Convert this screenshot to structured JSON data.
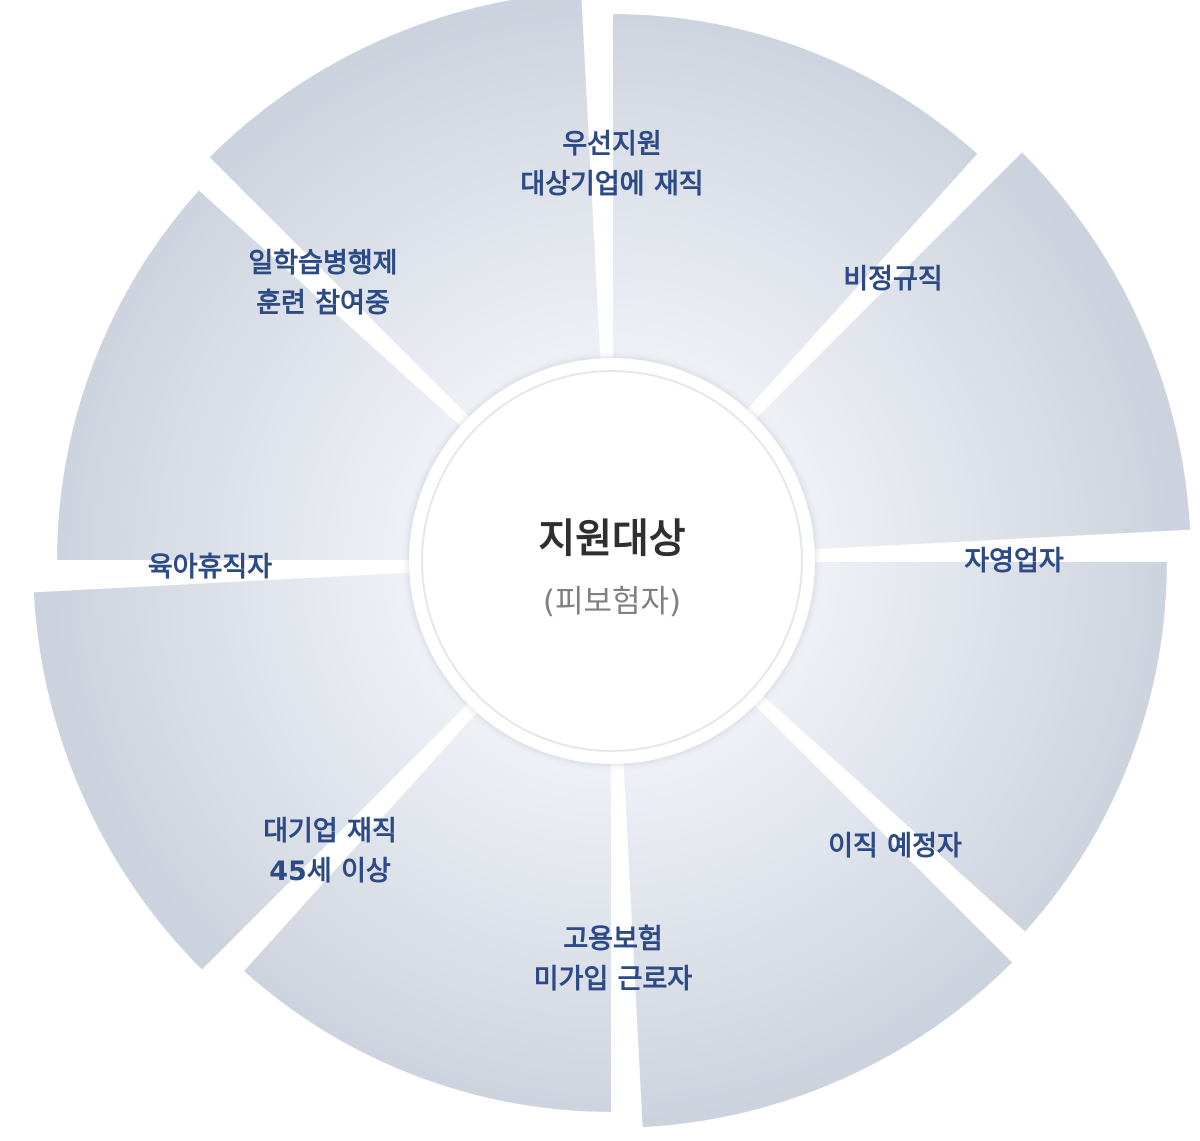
{
  "center": {
    "title": "지원대상",
    "subtitle": "(피보험자)"
  },
  "categories": [
    {
      "id": "priority-sme",
      "lines": [
        "우선지원",
        "대상기업에 재직"
      ]
    },
    {
      "id": "non-regular",
      "lines": [
        "비정규직"
      ]
    },
    {
      "id": "self-employed",
      "lines": [
        "자영업자"
      ]
    },
    {
      "id": "pre-job-change",
      "lines": [
        "이직 예정자"
      ]
    },
    {
      "id": "uninsured-worker",
      "lines": [
        "고용보험",
        "미가입 근로자"
      ]
    },
    {
      "id": "large-company-45",
      "lines": [
        "대기업 재직",
        "45세 이상"
      ]
    },
    {
      "id": "parental-leave",
      "lines": [
        "육아휴직자"
      ]
    },
    {
      "id": "work-study",
      "lines": [
        "일학습병행제",
        "훈련 참여중"
      ]
    }
  ],
  "colors": {
    "blade_light": "#f4f6fa",
    "blade_dark": "#cdd3de",
    "label": "#2b4a86",
    "center_title": "#2f2f2f",
    "center_subtitle": "#808080",
    "center_ring": "#e3e6ec"
  }
}
